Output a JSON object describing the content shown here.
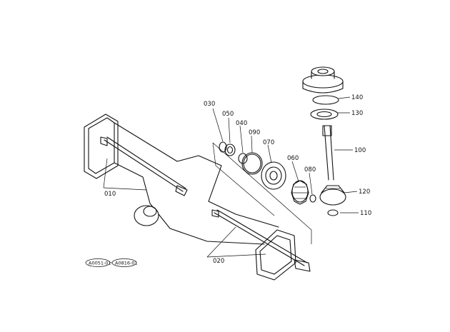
{
  "callouts": {
    "c010": "010",
    "c020": "020",
    "c030": "030",
    "c040": "040",
    "c050": "050",
    "c060": "060",
    "c070": "070",
    "c080": "080",
    "c090": "090",
    "c100": "100",
    "c110": "110",
    "c120": "120",
    "c130": "130",
    "c140": "140"
  },
  "references": {
    "ref1": "A0051-01",
    "ref2": "A0816-01"
  }
}
